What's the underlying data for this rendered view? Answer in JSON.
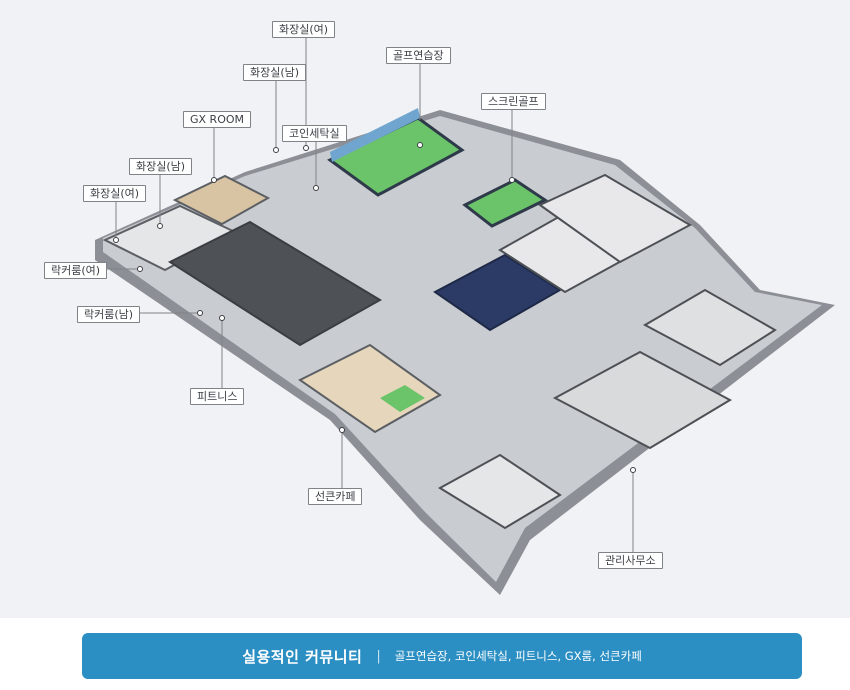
{
  "labels": {
    "women_restroom_top": "화장실(여)",
    "men_restroom_top": "화장실(남)",
    "golf_practice": "골프연습장",
    "screen_golf": "스크린골프",
    "gx_room": "GX ROOM",
    "coin_laundry": "코인세탁실",
    "men_restroom_left": "화장실(남)",
    "women_restroom_left": "화장실(여)",
    "women_locker": "락커룸(여)",
    "men_locker": "락커룸(남)",
    "fitness": "피트니스",
    "cafe": "선큰카페",
    "office": "관리사무소"
  },
  "banner": {
    "title": "실용적인 커뮤니티",
    "separator": "|",
    "description": "골프연습장, 코인세탁실, 피트니스, GX룸, 선큰카페"
  },
  "colors": {
    "banner_bg": "#2b8fc4",
    "turf": "#6cc46a",
    "wall": "#8c9096",
    "floor": "#c9ccd0"
  }
}
